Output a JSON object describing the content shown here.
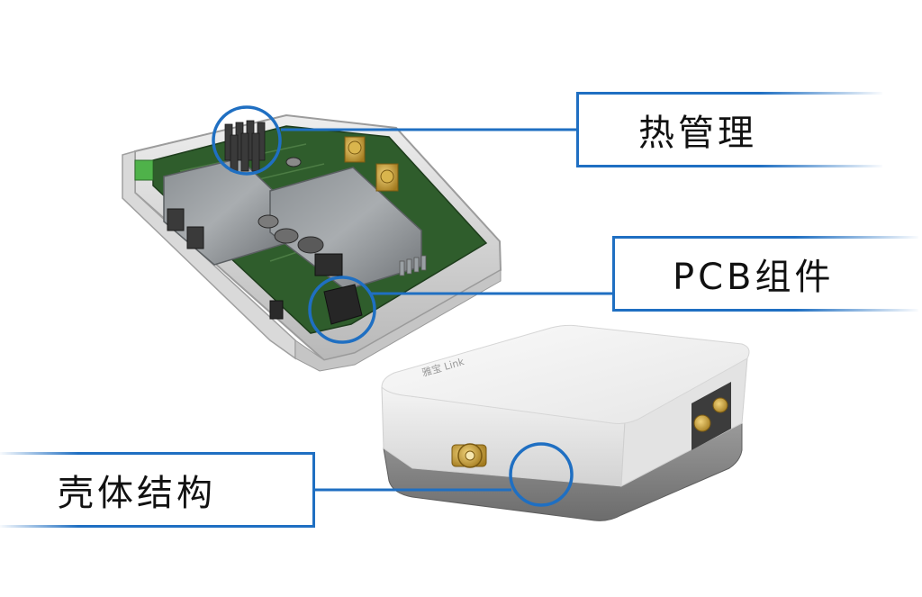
{
  "callouts": [
    {
      "id": "thermal",
      "label": "热管理"
    },
    {
      "id": "pcb",
      "label": "PCB组件"
    },
    {
      "id": "enclosure",
      "label": "壳体结构"
    }
  ],
  "device_marking": "雅宝 Link",
  "colors": {
    "accent": "#1f6fc2",
    "shell": "#f2f2f2",
    "shell_base": "#8a8a8a",
    "pcb": "#2d5a2a",
    "brass": "#c9a033"
  }
}
